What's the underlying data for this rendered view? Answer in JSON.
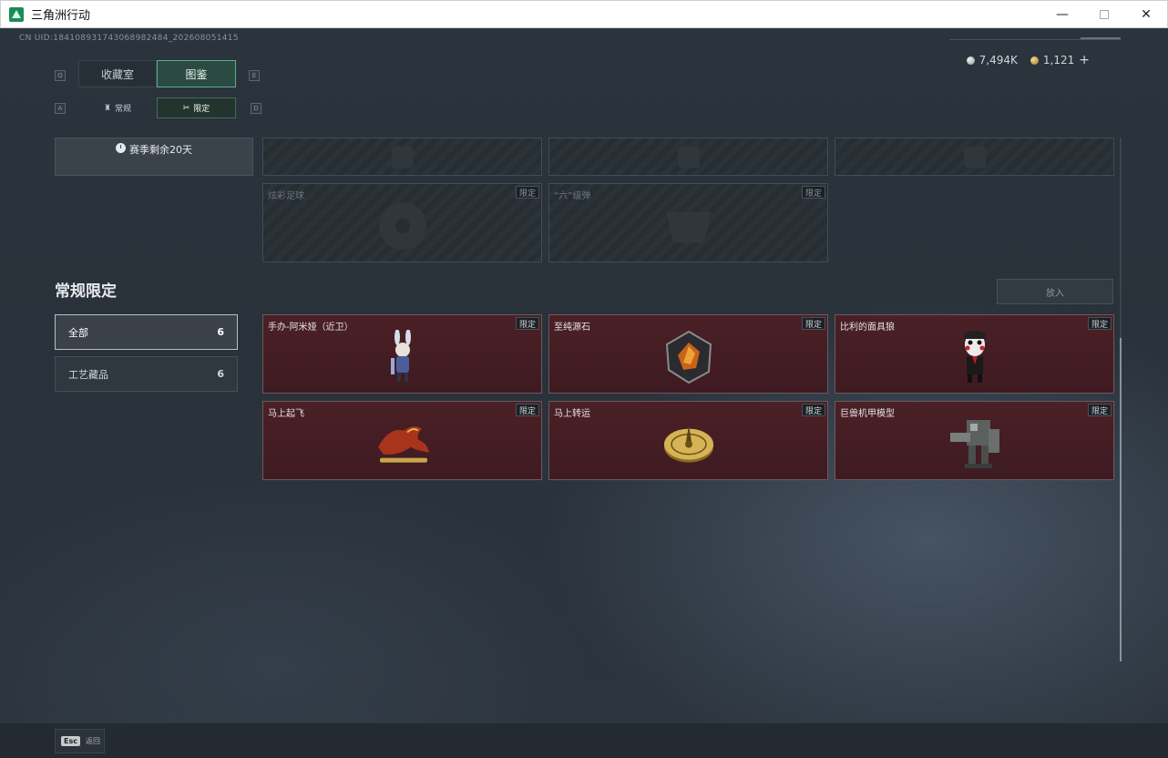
{
  "window": {
    "title": "三角洲行动",
    "minimize": "—",
    "close": "✕"
  },
  "header": {
    "uid": "CN UID:184108931743068982484_202608051415",
    "currency": {
      "silver": "7,494K",
      "gold": "1,121",
      "add": "+"
    }
  },
  "tabs": {
    "prev_key": "Q",
    "next_key": "E",
    "items": [
      {
        "label": "收藏室"
      },
      {
        "label": "图鉴"
      }
    ],
    "active_index": 1
  },
  "subtabs": {
    "prev_key": "A",
    "next_key": "D",
    "items": [
      {
        "label": "常规"
      },
      {
        "label": "限定"
      }
    ],
    "active_index": 1
  },
  "season": {
    "text": "赛季剩余20天"
  },
  "upper_grid": [
    {
      "name": "",
      "badge": ""
    },
    {
      "name": "",
      "badge": ""
    },
    {
      "name": "",
      "badge": ""
    },
    {
      "name": "炫彩足球",
      "badge": "限定"
    },
    {
      "name": "“六”级弹",
      "badge": "限定"
    }
  ],
  "section": {
    "title": "常规限定",
    "place_button": "放入"
  },
  "categories": [
    {
      "label": "全部",
      "count": "6",
      "active": true
    },
    {
      "label": "工艺藏品",
      "count": "6",
      "active": false
    }
  ],
  "items": [
    {
      "name": "手办-阿米娅（近卫）",
      "badge": "限定",
      "icon": "bunny-figure-icon"
    },
    {
      "name": "至纯源石",
      "badge": "限定",
      "icon": "crystal-stone-icon"
    },
    {
      "name": "比利的面具狼",
      "badge": "限定",
      "icon": "mask-puppet-icon"
    },
    {
      "name": "马上起飞",
      "badge": "限定",
      "icon": "horse-statue-icon"
    },
    {
      "name": "马上转运",
      "badge": "限定",
      "icon": "golden-disc-icon"
    },
    {
      "name": "巨兽机甲模型",
      "badge": "限定",
      "icon": "mech-model-icon"
    }
  ],
  "footer": {
    "esc_key": "Esc",
    "back_label": "返回"
  },
  "colors": {
    "accent": "#58b08c",
    "item_red": "#4a2026",
    "background": "#2a323b"
  }
}
